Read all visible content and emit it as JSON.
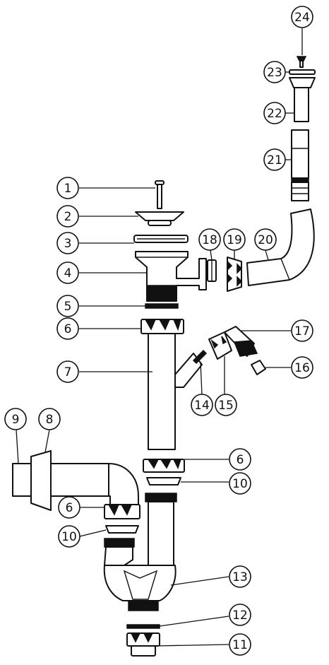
{
  "callouts": [
    {
      "id": "24",
      "label": "24"
    },
    {
      "id": "23",
      "label": "23"
    },
    {
      "id": "22",
      "label": "22"
    },
    {
      "id": "21",
      "label": "21"
    },
    {
      "id": "1",
      "label": "1"
    },
    {
      "id": "2",
      "label": "2"
    },
    {
      "id": "3",
      "label": "3"
    },
    {
      "id": "18",
      "label": "18"
    },
    {
      "id": "19",
      "label": "19"
    },
    {
      "id": "20",
      "label": "20"
    },
    {
      "id": "4",
      "label": "4"
    },
    {
      "id": "5",
      "label": "5"
    },
    {
      "id": "6a",
      "label": "6"
    },
    {
      "id": "17",
      "label": "17"
    },
    {
      "id": "7",
      "label": "7"
    },
    {
      "id": "16",
      "label": "16"
    },
    {
      "id": "14",
      "label": "14"
    },
    {
      "id": "15",
      "label": "15"
    },
    {
      "id": "9",
      "label": "9"
    },
    {
      "id": "8",
      "label": "8"
    },
    {
      "id": "6b",
      "label": "6"
    },
    {
      "id": "10a",
      "label": "10"
    },
    {
      "id": "6c",
      "label": "6"
    },
    {
      "id": "10b",
      "label": "10"
    },
    {
      "id": "13",
      "label": "13"
    },
    {
      "id": "12",
      "label": "12"
    },
    {
      "id": "11",
      "label": "11"
    }
  ]
}
